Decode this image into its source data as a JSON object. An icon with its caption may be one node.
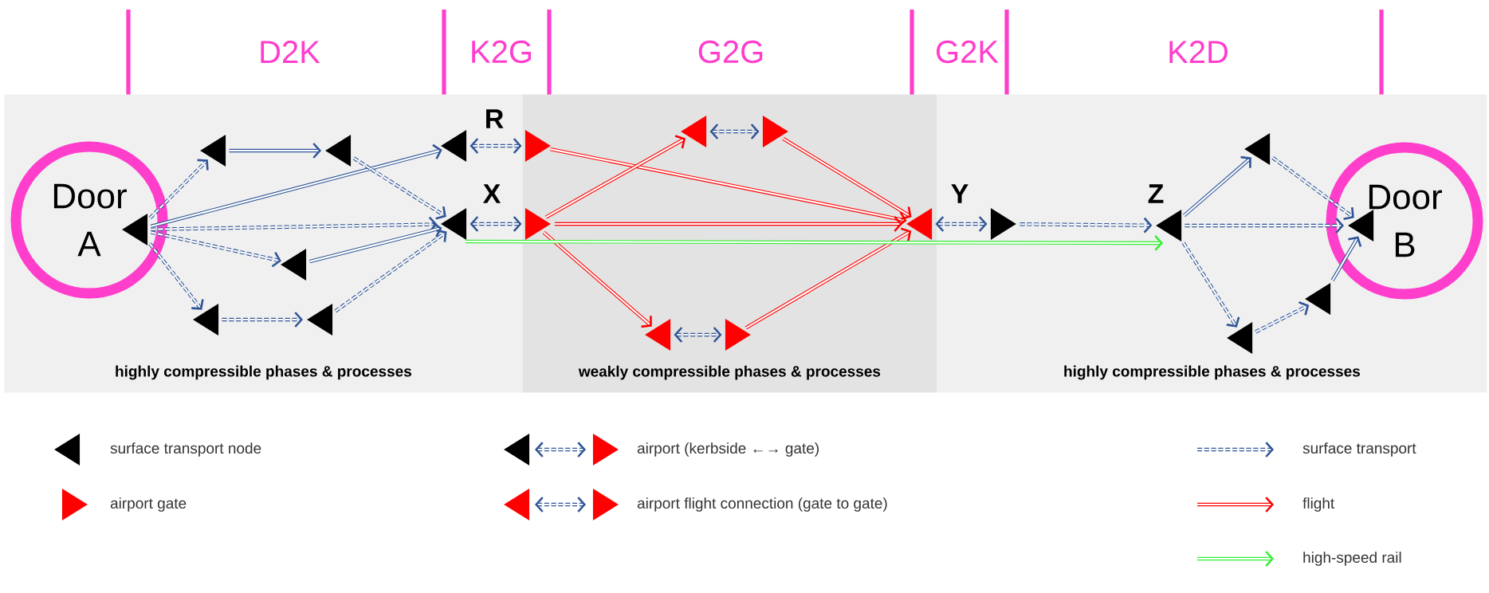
{
  "diagram": {
    "nodes": [
      {
        "text": [
          "highly compressible phases & processes"
        ]
      },
      {
        "text": [
          "Door A"
        ],
        "in": 0
      },
      {
        "text": [],
        "shape": "triangle",
        "in": 1
      },
      {
        "text": [],
        "shape": "triangle",
        "in": 0
      },
      {
        "text": [],
        "shape": "triangle",
        "in": 0
      },
      {
        "text": [],
        "shape": "triangle",
        "in": 0
      },
      {
        "text": [],
        "shape": "triangle",
        "in": 0
      },
      {
        "text": [],
        "shape": "triangle",
        "in": 0
      },
      {
        "text": [],
        "shape": "triangle",
        "in": 0
      },
      {
        "text": [],
        "shape": "triangle",
        "in": 0
      },
      {
        "text": [
          "weakly compressible phases & processes"
        ]
      },
      {
        "text": [],
        "shape": "triangle",
        "in": 10
      },
      {
        "text": [],
        "shape": "triangle",
        "in": 10
      },
      {
        "text": [],
        "shape": "triangle",
        "in": 10
      },
      {
        "text": [],
        "shape": "triangle",
        "in": 10
      },
      {
        "text": [],
        "shape": "triangle",
        "in": 10
      },
      {
        "text": [],
        "shape": "triangle",
        "in": 10
      },
      {
        "text": [],
        "shape": "triangle",
        "in": 10
      },
      {
        "text": [
          "highly compressible phases & processes"
        ]
      },
      {
        "text": [],
        "shape": "triangle",
        "in": 18
      },
      {
        "text": [],
        "shape": "triangle",
        "in": 18
      },
      {
        "text": [],
        "shape": "triangle",
        "in": 18
      },
      {
        "text": [],
        "shape": "triangle",
        "in": 18
      },
      {
        "text": [],
        "shape": "triangle",
        "in": 18
      },
      {
        "text": [
          "Door B"
        ],
        "in": 18
      },
      {
        "text": [],
        "shape": "triangle",
        "in": 24
      }
    ],
    "edges": [
      {
        "from": 2,
        "to": 3,
        "arrow": "to",
        "style": "dashed"
      },
      {
        "from": 3,
        "to": 4,
        "arrow": "to"
      },
      {
        "from": 2,
        "to": 8,
        "arrow": "to"
      },
      {
        "from": 4,
        "to": 9,
        "arrow": "to",
        "style": "dashed"
      },
      {
        "from": 2,
        "to": 9,
        "arrow": "to",
        "style": "dashed"
      },
      {
        "from": 2,
        "to": 5,
        "arrow": "to",
        "style": "dashed"
      },
      {
        "from": 5,
        "to": 9,
        "arrow": "to"
      },
      {
        "from": 2,
        "to": 6,
        "arrow": "to",
        "style": "dashed"
      },
      {
        "from": 6,
        "to": 7,
        "arrow": "to",
        "style": "dashed"
      },
      {
        "from": 7,
        "to": 9,
        "arrow": "to",
        "style": "dashed"
      },
      {
        "from": 8,
        "to": 11,
        "arrow": "both",
        "style": "dashed"
      },
      {
        "from": 9,
        "to": 12,
        "arrow": "both",
        "style": "dashed"
      },
      {
        "from": 11,
        "to": 17,
        "arrow": "to",
        "color": "#ff0000"
      },
      {
        "from": 12,
        "to": 13,
        "arrow": "to",
        "color": "#ff0000"
      },
      {
        "from": 12,
        "to": 17,
        "arrow": "to",
        "color": "#ff0000"
      },
      {
        "from": 12,
        "to": 15,
        "arrow": "to",
        "color": "#ff0000"
      },
      {
        "from": 13,
        "to": 14,
        "arrow": "both",
        "style": "dashed"
      },
      {
        "from": 15,
        "to": 16,
        "arrow": "both",
        "style": "dashed"
      },
      {
        "from": 14,
        "to": 17,
        "arrow": "to",
        "color": "#ff0000"
      },
      {
        "from": 16,
        "to": 17,
        "arrow": "to",
        "color": "#ff0000"
      },
      {
        "from": 17,
        "to": 19,
        "arrow": "both",
        "style": "dashed"
      },
      {
        "from": 19,
        "to": 20,
        "arrow": "to",
        "style": "dashed"
      },
      {
        "from": 9,
        "to": 20,
        "arrow": "to",
        "color": "#33ee33"
      },
      {
        "from": 20,
        "to": 21,
        "arrow": "to"
      },
      {
        "from": 20,
        "to": 25,
        "arrow": "to",
        "style": "dashed"
      },
      {
        "from": 20,
        "to": 22,
        "arrow": "to",
        "style": "dashed"
      },
      {
        "from": 22,
        "to": 23,
        "arrow": "to",
        "style": "dashed"
      },
      {
        "from": 23,
        "to": 25,
        "arrow": "to"
      },
      {
        "from": 21,
        "to": 25,
        "arrow": "to",
        "style": "dashed"
      }
    ],
    "labels": [
      "D2K",
      "K2G",
      "G2G",
      "G2K",
      "K2D",
      "R",
      "X",
      "Y",
      "Z"
    ],
    "legend": [
      {
        "text": "surface transport node"
      },
      {
        "text": "airport (kerbside ←→ gate)"
      },
      {
        "text": "surface transport"
      },
      {
        "text": "airport gate"
      },
      {
        "text": "airport flight connection (gate to gate)"
      },
      {
        "text": "flight"
      },
      {
        "text": "high-speed rail"
      }
    ]
  }
}
